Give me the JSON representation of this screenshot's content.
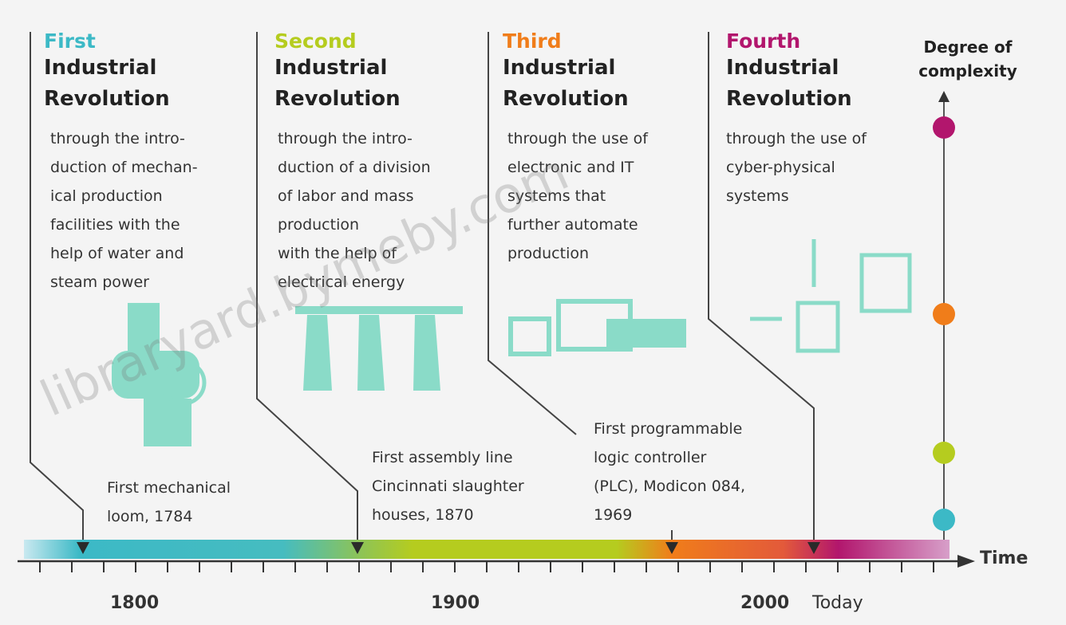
{
  "revolutions": [
    {
      "ordinal": "First",
      "title_line1": "Industrial",
      "title_line2": "Revolution",
      "desc": [
        "through the intro-",
        "duction of mechan-",
        "ical production",
        "facilities with the",
        "help of water and",
        "steam power"
      ],
      "color": "#3cb9c6"
    },
    {
      "ordinal": "Second",
      "title_line1": "Industrial",
      "title_line2": "Revolution",
      "desc": [
        "through the intro-",
        "duction of a division",
        "of labor and mass",
        "production",
        "with the help of",
        "electrical energy"
      ],
      "color": "#b5cc1f"
    },
    {
      "ordinal": "Third",
      "title_line1": "Industrial",
      "title_line2": "Revolution",
      "desc": [
        "through the use of",
        "electronic and IT",
        "systems that",
        "further automate",
        "production"
      ],
      "color": "#f07d1a"
    },
    {
      "ordinal": "Fourth",
      "title_line1": "Industrial",
      "title_line2": "Revolution",
      "desc": [
        "through the use of",
        "cyber-physical",
        "systems"
      ],
      "color": "#b2166d"
    }
  ],
  "milestones": [
    {
      "lines": [
        "First mechanical",
        "loom, 1784"
      ]
    },
    {
      "lines": [
        "First assembly line",
        "Cincinnati slaughter",
        "houses, 1870"
      ]
    },
    {
      "lines": [
        "First programmable",
        "logic controller",
        "(PLC), Modicon 084,",
        "1969"
      ]
    }
  ],
  "complexity": {
    "title_line1": "Degree of",
    "title_line2": "complexity"
  },
  "axis": {
    "time_label": "Time",
    "labels": [
      "1800",
      "1900",
      "2000",
      "Today"
    ]
  },
  "watermark": "libraryard.bymeby.com",
  "colors": {
    "teal": "#3cb9c6",
    "lime": "#b5cc1f",
    "orange": "#f07d1a",
    "magenta": "#b2166d",
    "icon": "#7fd9c4"
  }
}
